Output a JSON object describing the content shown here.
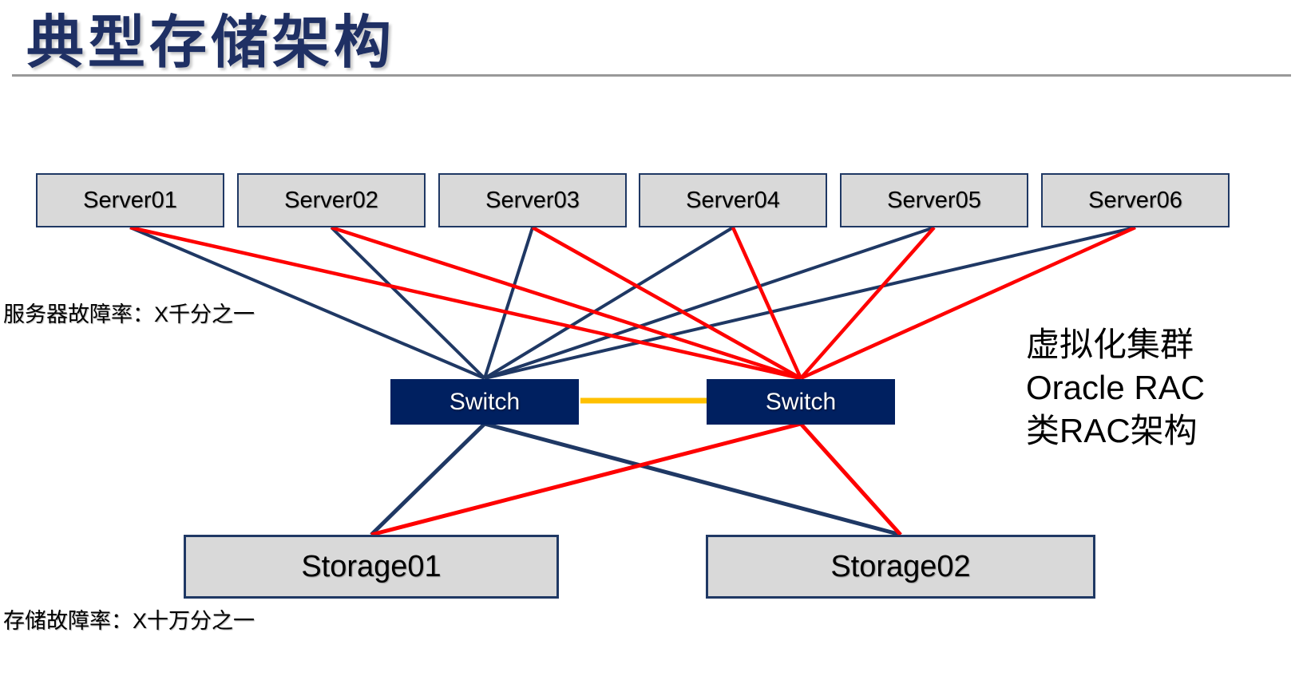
{
  "slide": {
    "title": "典型存储架构",
    "server_failure_label": "服务器故障率：X千分之一",
    "storage_failure_label": "存储故障率：X十万分之一",
    "annotation_line1": "虚拟化集群",
    "annotation_line2": "Oracle RAC",
    "annotation_line3": "类RAC架构"
  },
  "servers": [
    {
      "label": "Server01"
    },
    {
      "label": "Server02"
    },
    {
      "label": "Server03"
    },
    {
      "label": "Server04"
    },
    {
      "label": "Server05"
    },
    {
      "label": "Server06"
    }
  ],
  "switches": [
    {
      "label": "Switch"
    },
    {
      "label": "Switch"
    }
  ],
  "storages": [
    {
      "label": "Storage01"
    },
    {
      "label": "Storage02"
    }
  ],
  "colors": {
    "title": "#1F3064",
    "divider": "#999999",
    "node_fill": "#D9D9D9",
    "node_border": "#1F3864",
    "switch_fill": "#002060",
    "switch_text": "#FFFFFF",
    "navy_link": "#1F3864",
    "red_link": "#FE0000",
    "interswitch_link": "#FFC000"
  }
}
